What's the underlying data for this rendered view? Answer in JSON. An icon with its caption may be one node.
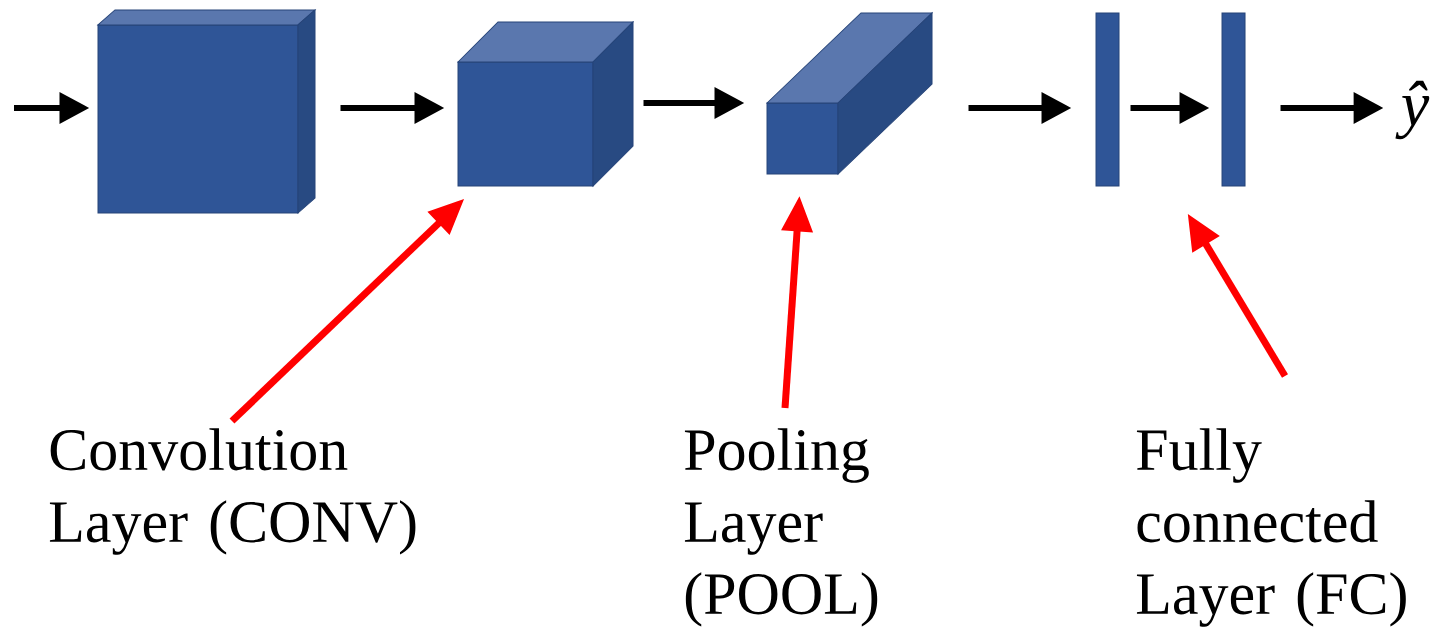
{
  "diagram": {
    "nodes": [
      {
        "text": [],
        "shape": "box"
      },
      {
        "text": [],
        "shape": "box"
      },
      {
        "text": [],
        "shape": "box"
      },
      {
        "text": [],
        "shape": "bar"
      },
      {
        "text": [],
        "shape": "bar"
      },
      {
        "text": [
          "ŷ"
        ]
      },
      {
        "text": [
          "Convolution Layer (CONV)"
        ]
      },
      {
        "text": [
          "Pooling Layer (POOL)"
        ]
      },
      {
        "text": [
          "Fully connected Layer (FC)"
        ]
      }
    ],
    "edges": [
      {
        "from": null,
        "to": 0,
        "arrow": "to"
      },
      {
        "from": 0,
        "to": 1,
        "arrow": "to"
      },
      {
        "from": 1,
        "to": 2,
        "arrow": "to"
      },
      {
        "from": 2,
        "to": 3,
        "arrow": "to"
      },
      {
        "from": 3,
        "to": 4,
        "arrow": "to"
      },
      {
        "from": 4,
        "to": 5,
        "arrow": "to"
      },
      {
        "from": 6,
        "to": 1,
        "arrow": "to",
        "color": "#ff0000"
      },
      {
        "from": 7,
        "to": 2,
        "arrow": "to",
        "color": "#ff0000"
      },
      {
        "from": 8,
        "to": 4,
        "arrow": "to",
        "color": "#ff0000"
      }
    ]
  }
}
